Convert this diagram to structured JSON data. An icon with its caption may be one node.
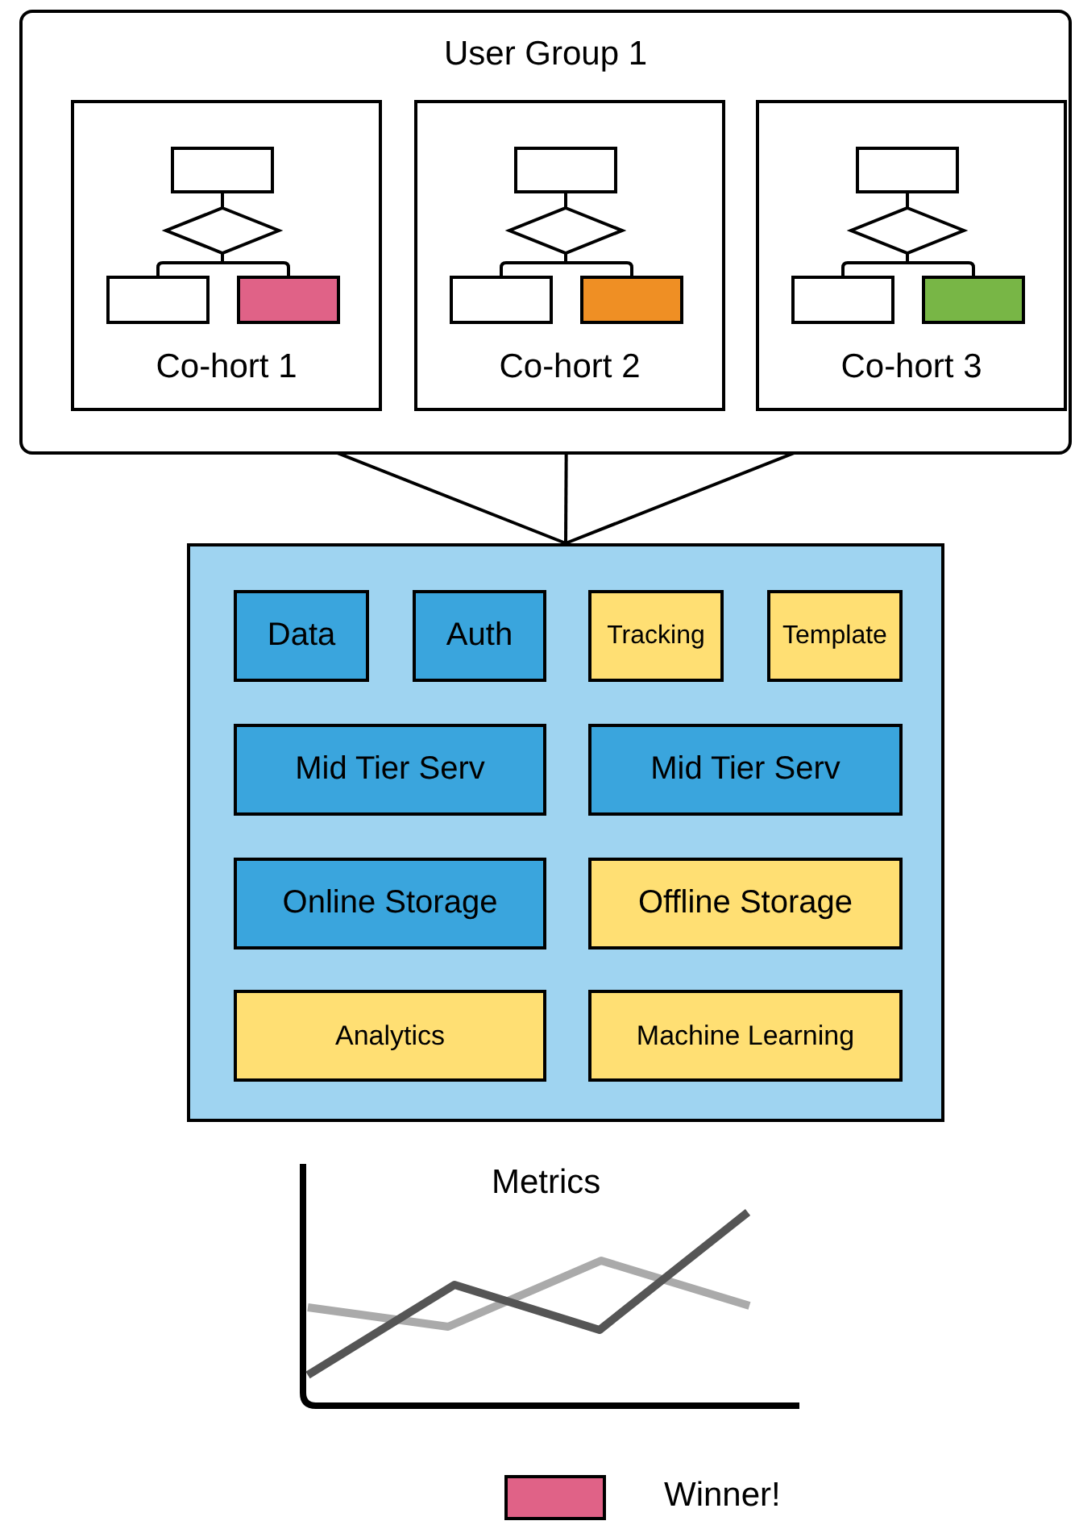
{
  "diagram": {
    "nodes": [
      {
        "text": [
          "User Group 1"
        ]
      },
      {
        "text": [
          "Co-hort 1"
        ],
        "in": 0
      },
      {
        "text": [
          "Co-hort 2"
        ],
        "in": 0
      },
      {
        "text": [
          "Co-hort 3"
        ],
        "in": 0
      },
      {
        "text": [],
        "shape": "box"
      },
      {
        "text": [
          "Data"
        ],
        "in": 4
      },
      {
        "text": [
          "Auth"
        ],
        "in": 4
      },
      {
        "text": [
          "Tracking"
        ],
        "in": 4
      },
      {
        "text": [
          "Template"
        ],
        "in": 4
      },
      {
        "text": [
          "Mid Tier Serv"
        ],
        "in": 4
      },
      {
        "text": [
          "Mid Tier Serv"
        ],
        "in": 4
      },
      {
        "text": [
          "Online Storage"
        ],
        "in": 4
      },
      {
        "text": [
          "Offline Storage"
        ],
        "in": 4
      },
      {
        "text": [
          "Analytics"
        ],
        "in": 4
      },
      {
        "text": [
          "Machine Learning"
        ],
        "in": 4
      }
    ],
    "edges": [
      {
        "from": 1,
        "to": 4,
        "arrow": "none"
      },
      {
        "from": 2,
        "to": 4,
        "arrow": "none"
      },
      {
        "from": 3,
        "to": 4,
        "arrow": "none"
      }
    ],
    "labels": [
      "Metrics"
    ],
    "legend": [
      {
        "text": "Winner!",
        "color": "#e06287"
      }
    ]
  }
}
